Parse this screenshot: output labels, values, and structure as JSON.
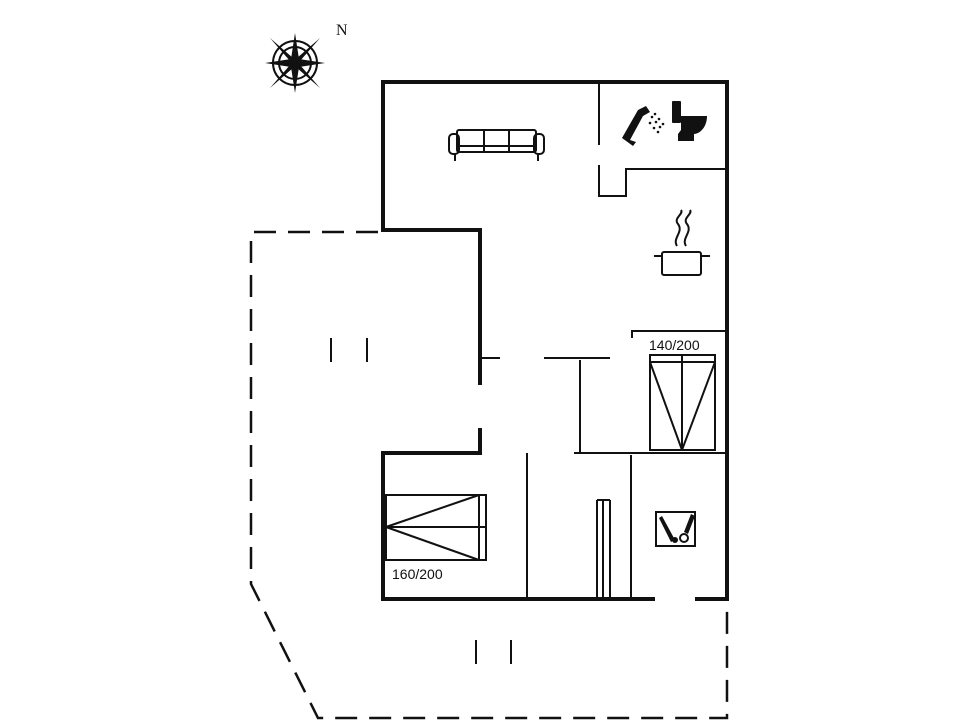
{
  "compass": {
    "north_label": "N",
    "icon": "compass-rose"
  },
  "beds": {
    "bed_double_large": "160/200",
    "bed_double_small": "140/200"
  },
  "icons": {
    "living": "sofa-icon",
    "bathroom": [
      "shower-icon",
      "toilet-icon"
    ],
    "kitchen": "cooking-pot-icon",
    "utility": "washing-machine-icon"
  }
}
